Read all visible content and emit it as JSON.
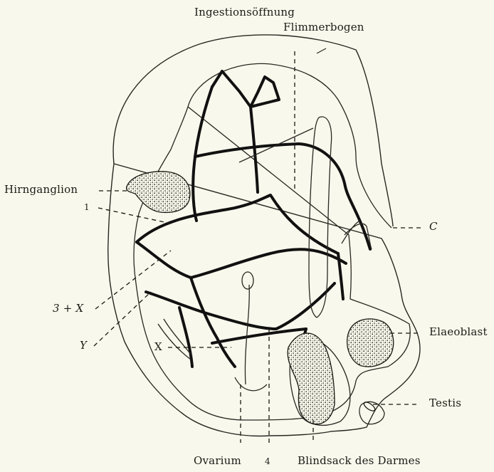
{
  "labels": {
    "ingestion_opening": "Ingestionsöffnung",
    "ciliary_arch": "Flimmerbogen",
    "brain_ganglion": "Hirnganglion",
    "mark_1": "1",
    "mark_c": "C",
    "mark_3x": "3 + X",
    "mark_y": "Y",
    "mark_x": "X",
    "elaeoblast": "Elaeoblast",
    "testis": "Testis",
    "ovary": "Ovarium",
    "mark_4": "4",
    "gut_blind_sac": "Blindsack des Darmes"
  }
}
